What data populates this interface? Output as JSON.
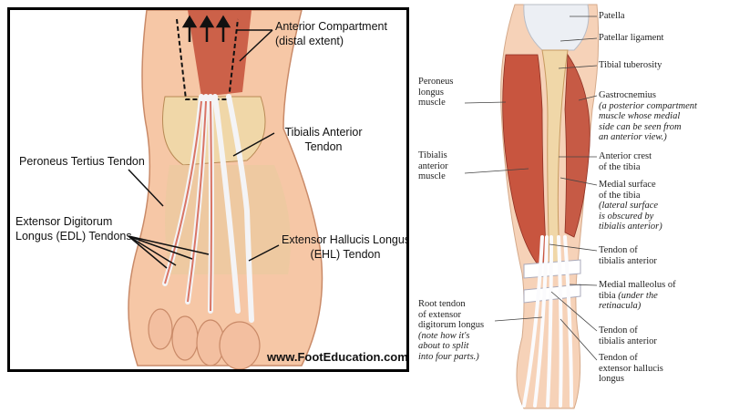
{
  "left_panel": {
    "labels": {
      "anterior_compartment": [
        "Anterior Compartment",
        "(distal extent)"
      ],
      "tibialis_anterior_tendon": [
        "Tibialis Anterior",
        "Tendon"
      ],
      "peroneus_tertius_tendon": [
        "Peroneus Tertius Tendon"
      ],
      "edl_tendons": [
        "Extensor Digitorum",
        "Longus (EDL) Tendons"
      ],
      "ehl_tendon": [
        "Extensor Hallucis Longus",
        "(EHL) Tendon"
      ]
    },
    "watermark": "www.FootEducation.com"
  },
  "right_panel": {
    "labels": {
      "patella": "Patella",
      "patellar_ligament": "Patellar ligament",
      "tibial_tuberosity": "Tibial tuberosity",
      "gastrocnemius": "Gastrocnemius",
      "gastrocnemius_note": [
        "(a posterior compartment",
        "muscle whose medial",
        "side can be seen from",
        "an anterior view.)"
      ],
      "anterior_crest": [
        "Anterior crest",
        "of the tibia"
      ],
      "medial_surface": [
        "Medial surface",
        "of the tibia"
      ],
      "medial_surface_note": [
        "(lateral surface",
        "is obscured by",
        "tibialis anterior)"
      ],
      "tendon_tibialis_anterior_1": [
        "Tendon of",
        "tibialis anterior"
      ],
      "medial_malleolus": [
        "Medial malleolus of",
        "tibia"
      ],
      "medial_malleolus_note": "(under the",
      "medial_malleolus_note2": "retinacula)",
      "tendon_tibialis_anterior_2": [
        "Tendon of",
        "tibialis anterior"
      ],
      "tendon_ehl": [
        "Tendon of",
        "extensor hallucis",
        "longus"
      ],
      "peroneus_longus": [
        "Peroneus",
        "longus",
        "muscle"
      ],
      "tibialis_anterior_muscle": [
        "Tibialis",
        "anterior",
        "muscle"
      ],
      "root_tendon": [
        "Root tendon",
        "of extensor",
        "digitorum longus"
      ],
      "root_tendon_note": [
        "(note how it's",
        "about to split",
        "into four parts.)"
      ]
    }
  },
  "colors": {
    "muscle": "#c8553f",
    "tendon": "#eef0f4",
    "bone": "#f0d7a8",
    "skin": "#f6c7a6"
  }
}
